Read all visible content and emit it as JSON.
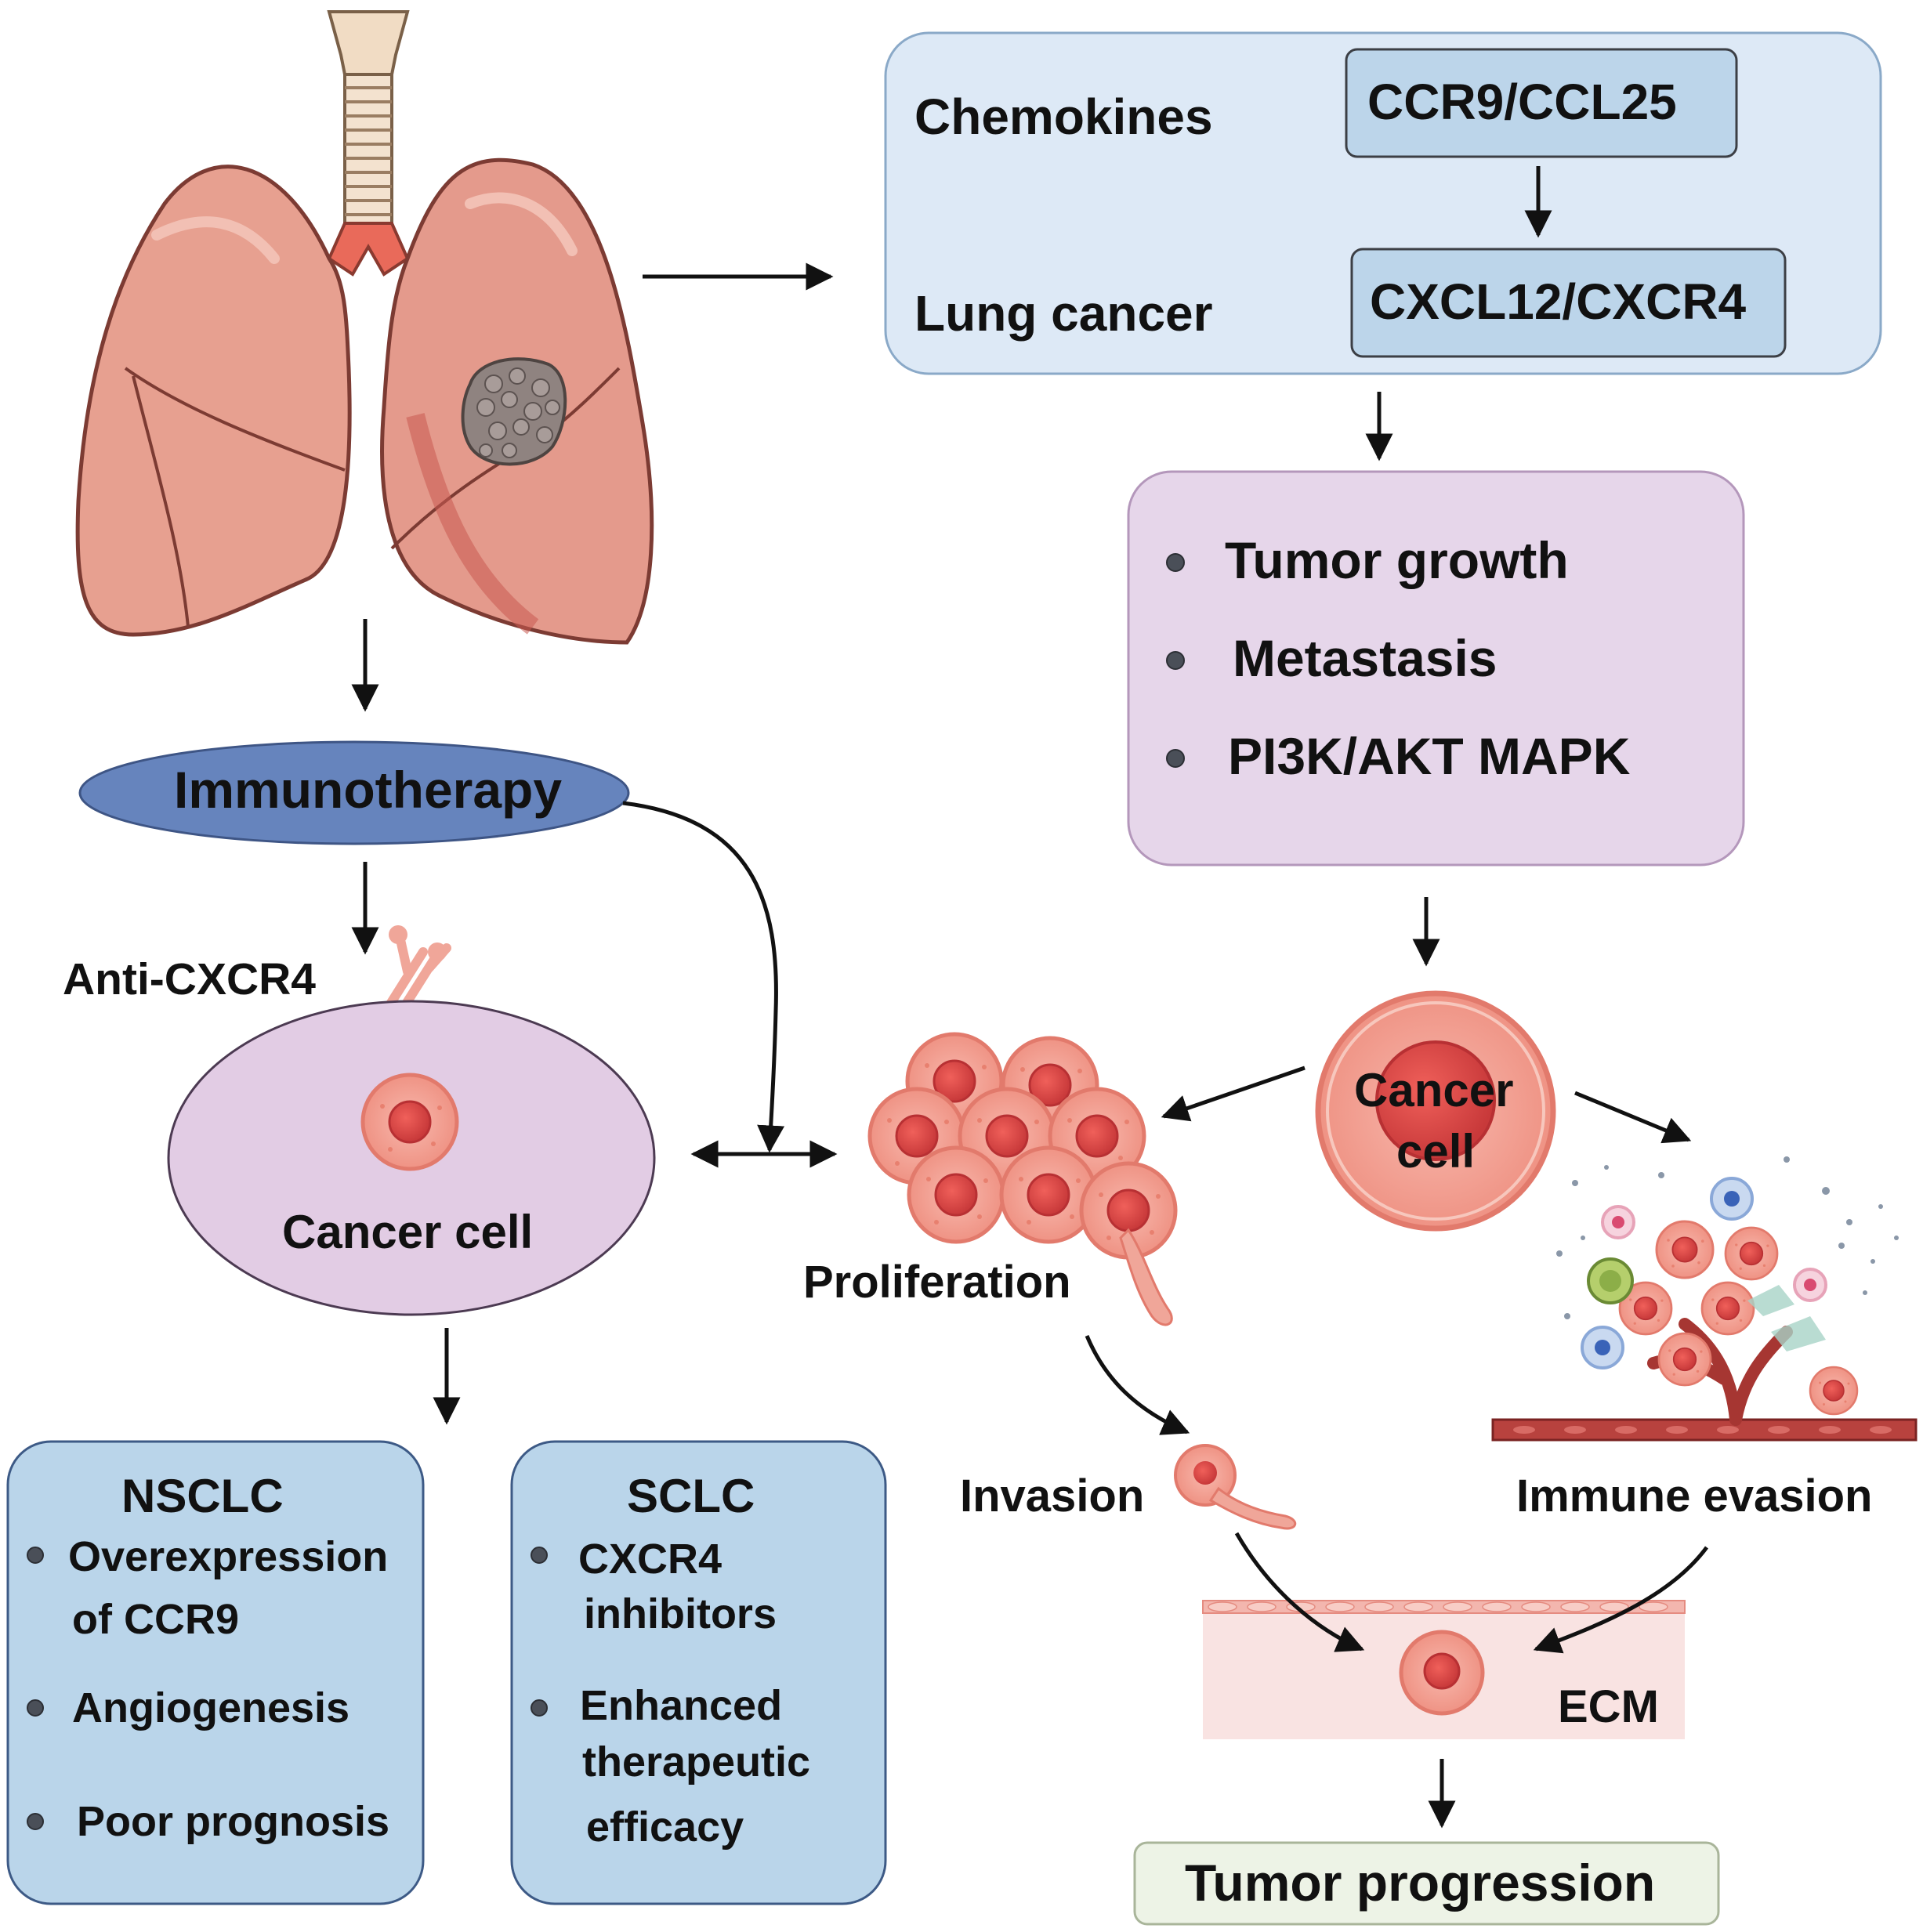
{
  "chemokine_panel": {
    "chemokines_label": "Chemokines",
    "lung_cancer_label": "Lung cancer",
    "ccr9_box": "CCR9/CCL25",
    "cxcl12_box": "CXCL12/CXCR4"
  },
  "effects_panel": {
    "items": [
      "Tumor growth",
      "Metastasis",
      "PI3K/AKT MAPK"
    ]
  },
  "immunotherapy": {
    "label": "Immunotherapy",
    "anti_cxcr4": "Anti-CXCR4",
    "cancer_cell": "Cancer cell"
  },
  "center_cell": {
    "label_line1": "Cancer",
    "label_line2": "cell"
  },
  "proliferation": "Proliferation",
  "invasion": "Invasion",
  "immune_evasion": "Immune evasion",
  "ecm": "ECM",
  "tumor_progression": "Tumor progression",
  "nsclc": {
    "title": "NSCLC",
    "item1_line1": "Overexpression",
    "item1_line2": "of CCR9",
    "item2": "Angiogenesis",
    "item3": "Poor prognosis"
  },
  "sclc": {
    "title": "SCLC",
    "item1_line1": "CXCR4",
    "item1_line2": "inhibitors",
    "item2_line1": "Enhanced",
    "item2_line2": "therapeutic",
    "item2_line3": "efficacy"
  },
  "colors": {
    "chemokine_panel_bg": "#dde9f6",
    "chemokine_box_bg": "#bcd5ea",
    "effects_panel_bg": "#e6d6ea",
    "immunotherapy_ellipse": "#6684bd",
    "cancer_cell_ellipse": "#e2cce4",
    "subtype_box_bg": "#bad5ea",
    "tumor_progression_bg": "#edf3e6",
    "ecm_bg": "#f9e3e2",
    "lung": "#e49a8c",
    "cell_pink": "#f2a093",
    "nucleus": "#e5554f"
  }
}
